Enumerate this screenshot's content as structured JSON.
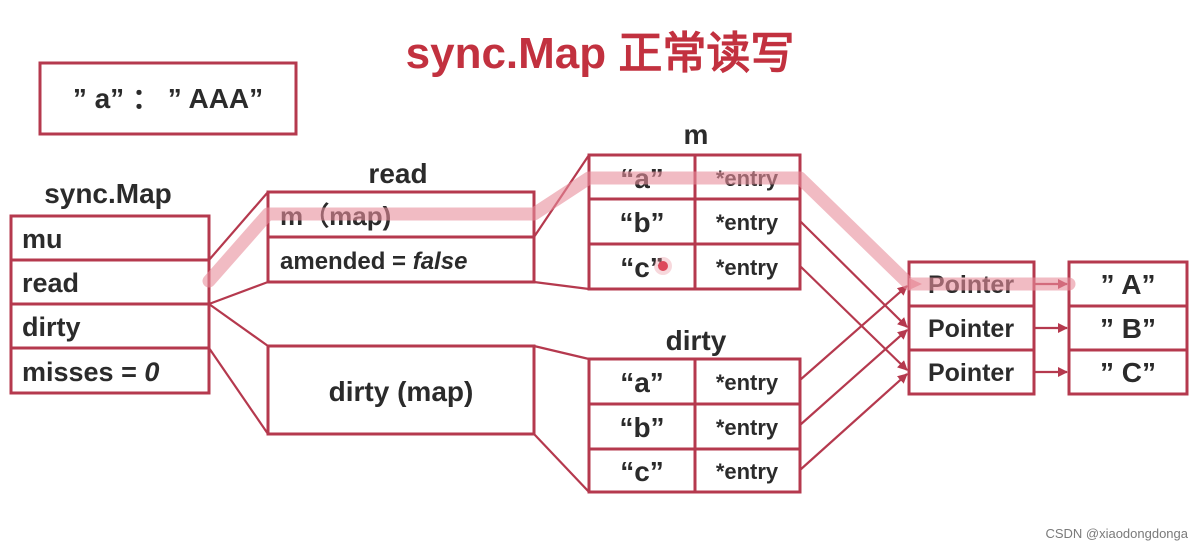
{
  "title": "sync.Map 正常读写",
  "kv_note": "” a” ： ” AAA”",
  "syncmap": {
    "label": "sync.Map",
    "fields": [
      "mu",
      "read",
      "dirty",
      "misses = "
    ],
    "misses_value": "0"
  },
  "read": {
    "label": "read",
    "m_field": "m（map)",
    "amended_field": "amended  = ",
    "amended_value": "false"
  },
  "m_map": {
    "label": "m",
    "rows": [
      {
        "key": "“a”",
        "value": "*entry"
      },
      {
        "key": "“b”",
        "value": "*entry"
      },
      {
        "key": "“c”",
        "value": "*entry"
      }
    ]
  },
  "dirty_struct": {
    "text": "dirty (map)"
  },
  "dirty_map": {
    "label": "dirty",
    "rows": [
      {
        "key": "“a”",
        "value": "*entry"
      },
      {
        "key": "“b”",
        "value": "*entry"
      },
      {
        "key": "“c”",
        "value": "*entry"
      }
    ]
  },
  "pointers": [
    "Pointer",
    "Pointer",
    "Pointer"
  ],
  "values": [
    "” A”",
    "” B”",
    "” C”"
  ],
  "colors": {
    "border": "#b5394e",
    "title": "#c2313f",
    "highlight": "#e88e9b",
    "text": "#2b2b2b"
  },
  "watermark": "CSDN @xiaodongdonga"
}
